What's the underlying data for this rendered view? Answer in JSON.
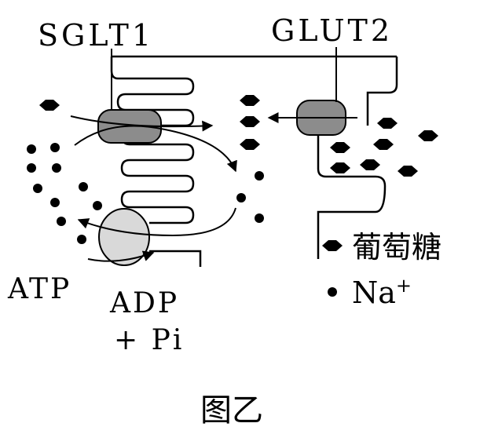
{
  "labels": {
    "sglt1": "SGLT1",
    "glut2": "GLUT2",
    "atp": "ATP",
    "adp": "ADP",
    "pi": "+ Pi"
  },
  "legend": {
    "glucose": "葡萄糖",
    "na_base": "Na",
    "na_charge": "+"
  },
  "caption": "图乙"
}
